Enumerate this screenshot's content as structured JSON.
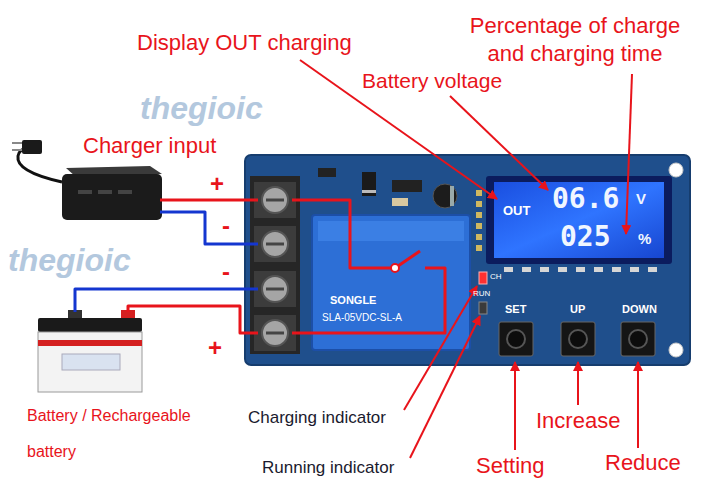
{
  "diagram": {
    "nodes": [
      {
        "text": [
          "OUT",
          "06.6",
          "V",
          "025",
          "%"
        ]
      }
    ],
    "labels": [
      "Display OUT charging",
      "Percentage of charge and charging time",
      "Battery voltage",
      "Charger input",
      "+",
      "-",
      "-",
      "+",
      "CH",
      "RUN",
      "SET",
      "UP",
      "DOWN",
      "SONGLE",
      "SLA-05VDC-SL-A",
      "Battery / Rechargeable battery",
      "Charging indicator",
      "Running indicator",
      "Setting",
      "Increase",
      "Reduce",
      "thegioic",
      "thegioic"
    ]
  }
}
